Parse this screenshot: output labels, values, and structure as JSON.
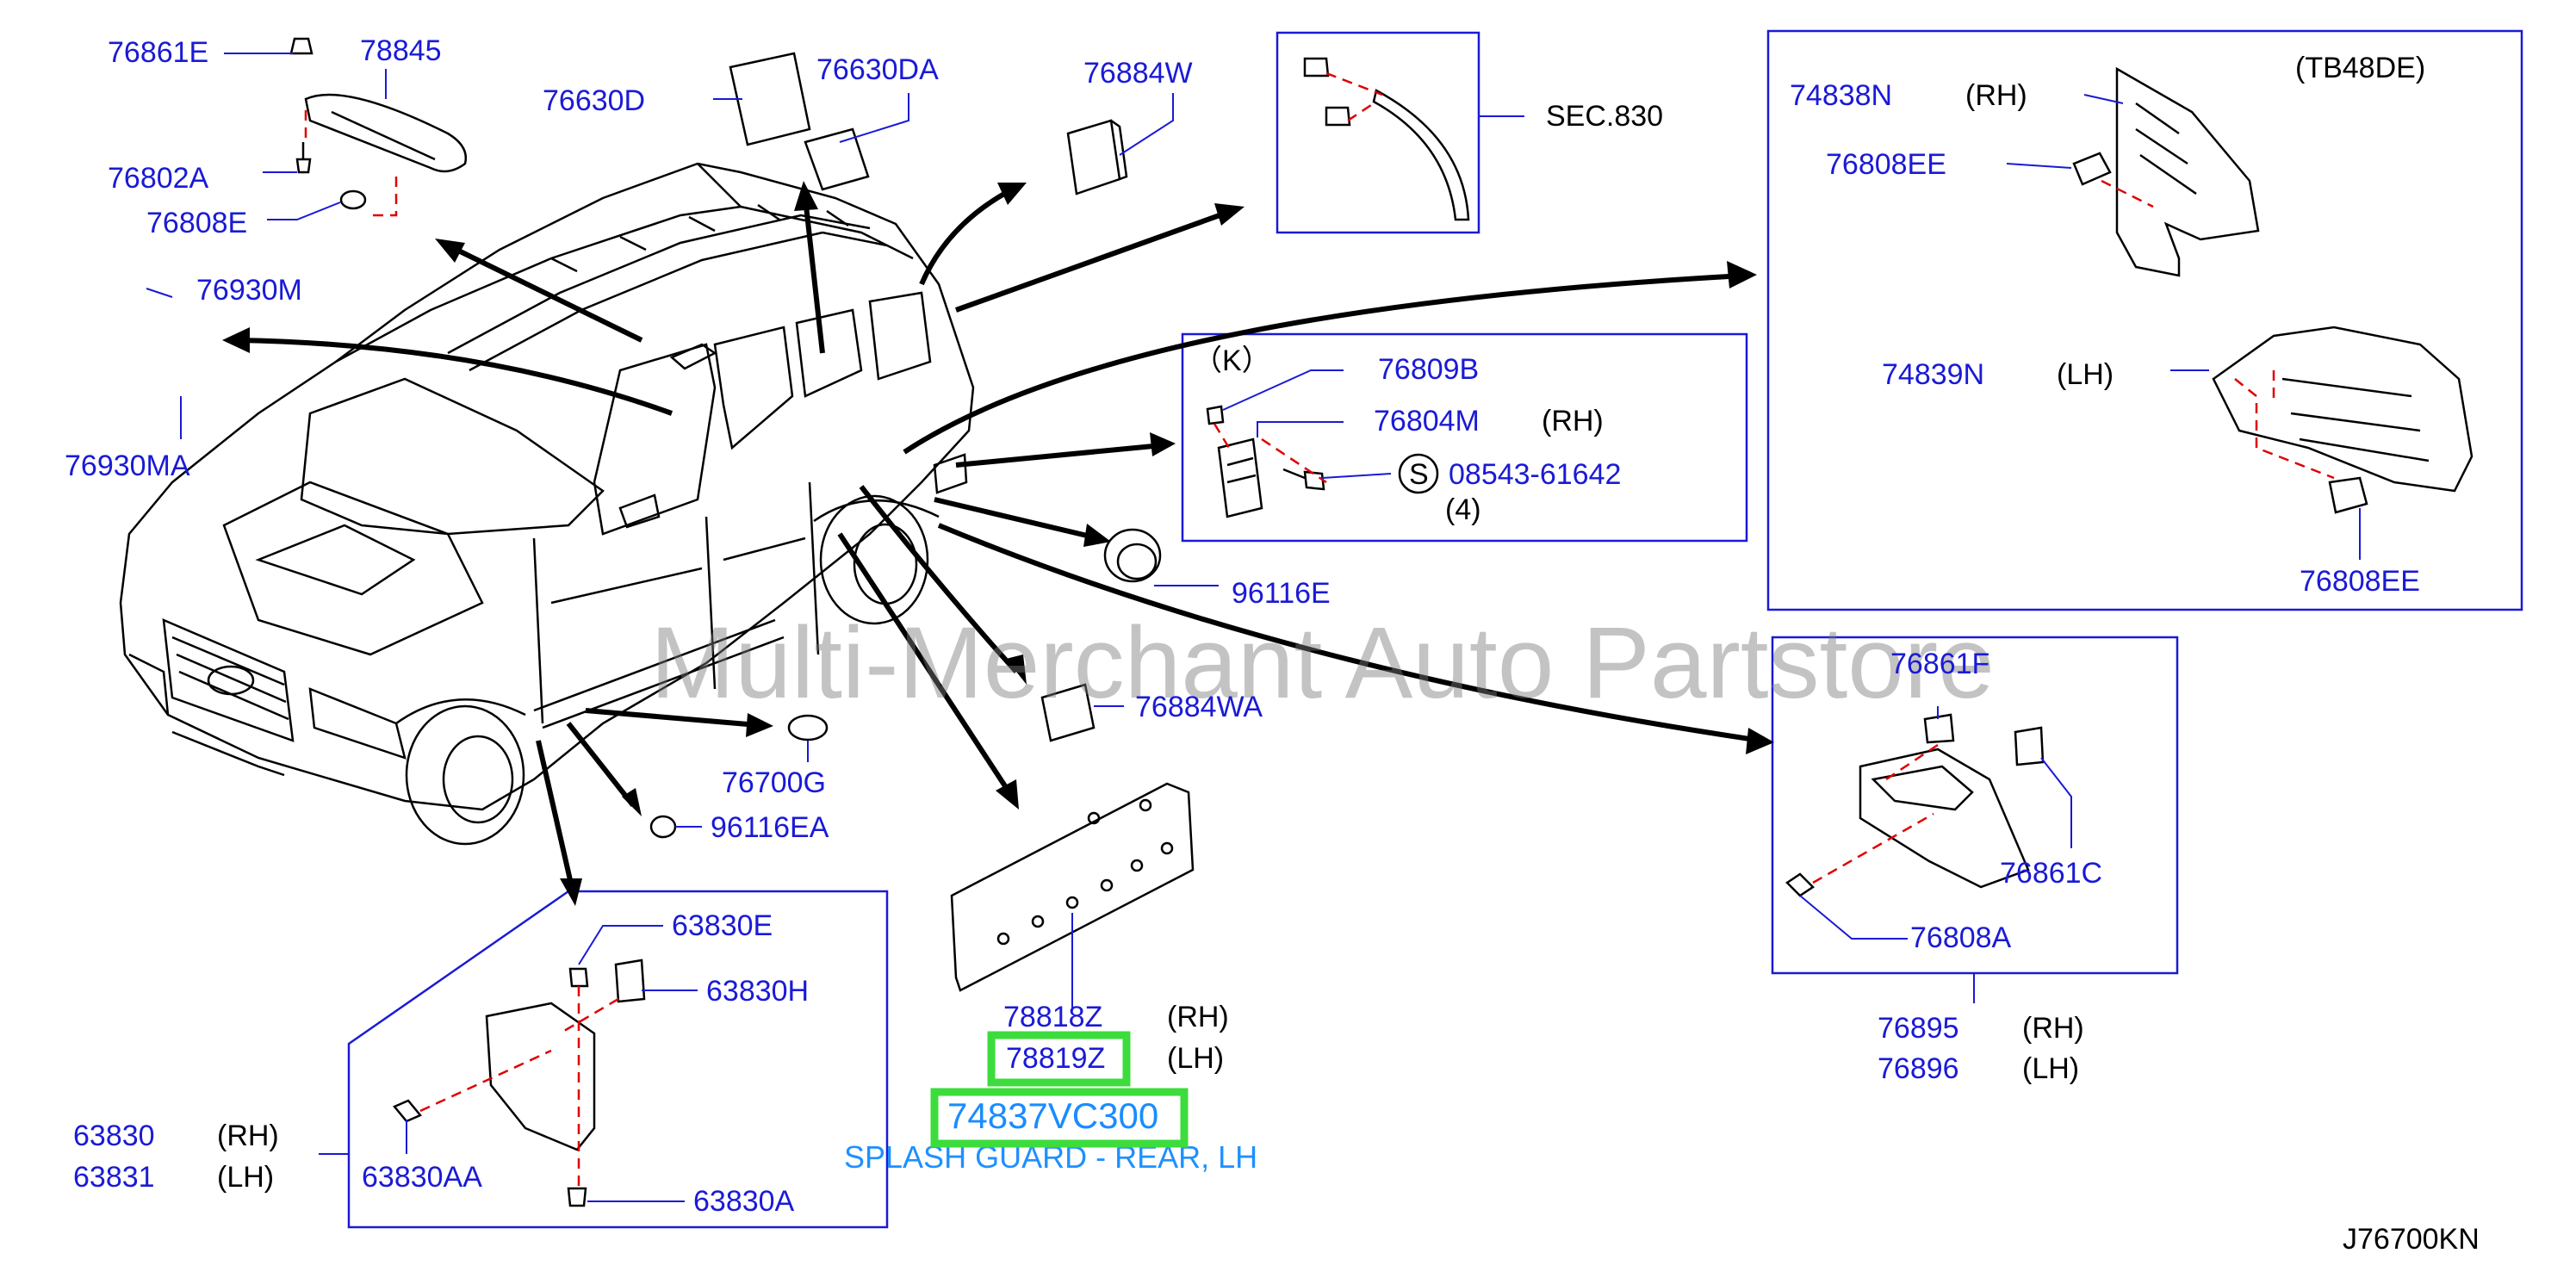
{
  "labels": {
    "p76861E": "76861E",
    "p78845": "78845",
    "p76802A": "76802A",
    "p76808E": "76808E",
    "p76630D": "76630D",
    "p76630DA": "76630DA",
    "p76884W": "76884W",
    "sec830": "SEC.830",
    "p74838N": "74838N",
    "rh1": "(RH)",
    "tb48de": "(TB48DE)",
    "p76808EE_top": "76808EE",
    "p74839N": "74839N",
    "lh1": "(LH)",
    "p76808EE_bot": "76808EE",
    "p76930M": "76930M",
    "p76930MA": "76930MA",
    "k": "（K）",
    "p76809B": "76809B",
    "p76804M": "76804M",
    "rh2": "(RH)",
    "s": "S",
    "p08543": "08543-61642",
    "q4": "(4)",
    "p96116E": "96116E",
    "p76861F": "76861F",
    "p76861C": "76861C",
    "p76808A": "76808A",
    "p76895": "76895",
    "rh3": "(RH)",
    "p76896": "76896",
    "lh3": "(LH)",
    "p76884WA": "76884WA",
    "p76700G": "76700G",
    "p96116EA": "96116EA",
    "p63830E": "63830E",
    "p63830H": "63830H",
    "p63830": "63830",
    "rh4": "(RH)",
    "p63831": "63831",
    "lh4": "(LH)",
    "p63830AA": "63830AA",
    "p63830A": "63830A",
    "p78818Z": "78818Z",
    "rh5": "(RH)",
    "p78819Z": "78819Z",
    "lh5": "(LH)",
    "p74837VC300": "74837VC300",
    "splash": "SPLASH GUARD - REAR, LH",
    "diagram_code": "J76700KN",
    "watermark": "Multi-Merchant Auto Partstore"
  },
  "colors": {
    "part_number": "#1a1ad6",
    "highlight_box": "#3cdc3c",
    "caption": "#1e90ff",
    "leader_dash": "#e00000"
  }
}
